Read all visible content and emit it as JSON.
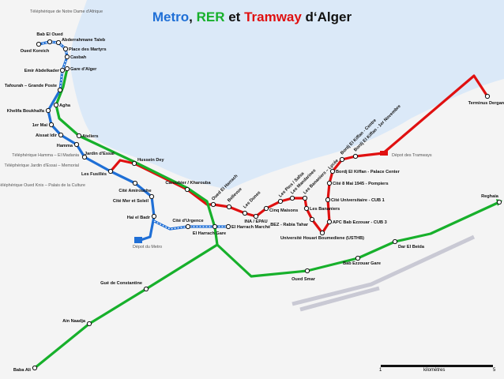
{
  "title": {
    "metro": "Metro",
    "sep": ", ",
    "rer": "RER",
    "et": " et ",
    "tram": "Tramway",
    "rest": " d‘Alger"
  },
  "colors": {
    "metro": "#1f6fd6",
    "rer": "#17b02b",
    "tram": "#e01010",
    "sea": "#dbe9f8",
    "land": "#f4f4f4"
  },
  "metro_stations": [
    "Oued Koreich",
    "Bab El Oued",
    "Abderrahmane Taleb",
    "Place des Martyrs",
    "Casbah",
    "Emir Abdelkader",
    "Tafourah – Grande Poste",
    "Khelifa Boukhalfa",
    "1er Mai",
    "Aissat Idir",
    "Hamma",
    "Jardin d'Essai",
    "Les Fusillés",
    "Cité Amirouche",
    "Cité Mer et Soleil",
    "Hai el Badr",
    "Cité d'Urgence",
    "El Harrach Gare",
    "El Harrach Marché"
  ],
  "rer_stations": [
    "Gare d'Alger",
    "Agha",
    "Ateliers",
    "Hussein Dey",
    "Caroubier / Kharouba",
    "Gué de Constantine",
    "Ain Naadja",
    "Baba Ali",
    "Oued Smar",
    "Bab Ezzouar Gare",
    "Dar El Beida",
    "Reghaia"
  ],
  "tram_stations": [
    "Oued El Harrach",
    "Bellevue",
    "Les Dunes",
    "INA / EPAU",
    "Cinq Maisons",
    "Les Pins / Safsa",
    "Les Mandarines",
    "Les Bananiers – Lycée",
    "Les Bananiers",
    "BEZ - Rabia Tahar",
    "Université Houari Boumediene (USTHB)",
    "APC Bab Ezzouar - CUB 3",
    "Cité Universitaire - CUB 1",
    "Cité 8 Mai 1945 - Pompiers",
    "Bordj El Kiffan - Palace Center",
    "Bordj El Kiffan - Centre",
    "Bordj El Kiffan - 1er Novembre",
    "Terminus Dergana"
  ],
  "notes": [
    "Téléphérique de Notre Dame d'Afrique",
    "Téléphérique Hamma – El Madania",
    "Téléphérique Jardin d'Essai – Memorial",
    "Téléphérique Oued Knis – Palais de la Culture",
    "Dépot du Metro",
    "Dépot des Tramways"
  ],
  "scale": {
    "start": "1",
    "unit": "kilomètres",
    "end": "5"
  }
}
